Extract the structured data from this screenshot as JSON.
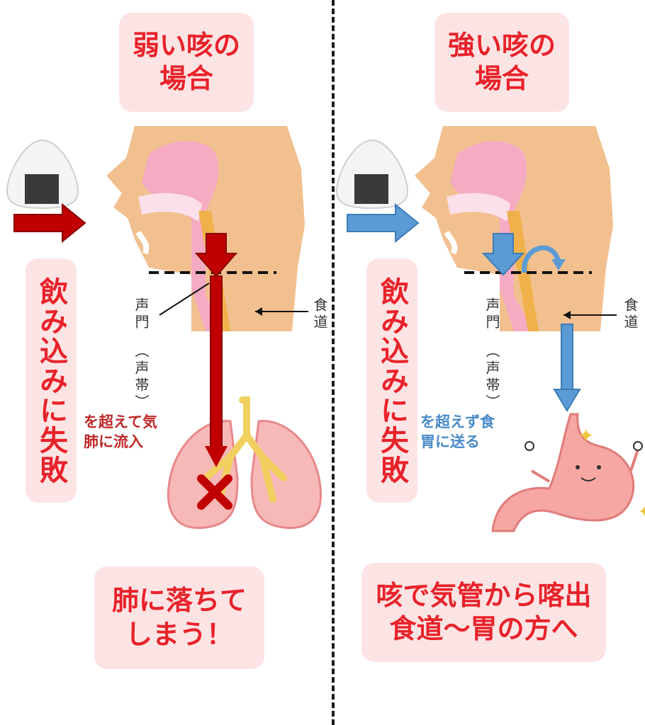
{
  "left": {
    "title": "弱い咳の\n場合",
    "vertical_label": "飲み込みに失敗",
    "glottis_label": "声門",
    "vocal_cord_label": "（声帯）",
    "esophagus_label": "食道",
    "caption": "を超えて気\n肺に流入",
    "bottom_text": "肺に落ちて\nしまう！",
    "arrow_color": "#c00000"
  },
  "right": {
    "title": "強い咳の\n場合",
    "vertical_label": "飲み込みに失敗",
    "glottis_label": "声門",
    "vocal_cord_label": "（声帯）",
    "esophagus_label": "食道",
    "caption": "を超えず食\n胃に送る",
    "bottom_text": "咳で気管から喀出\n食道〜胃の方へ",
    "arrow_color": "#5b9bd5"
  }
}
